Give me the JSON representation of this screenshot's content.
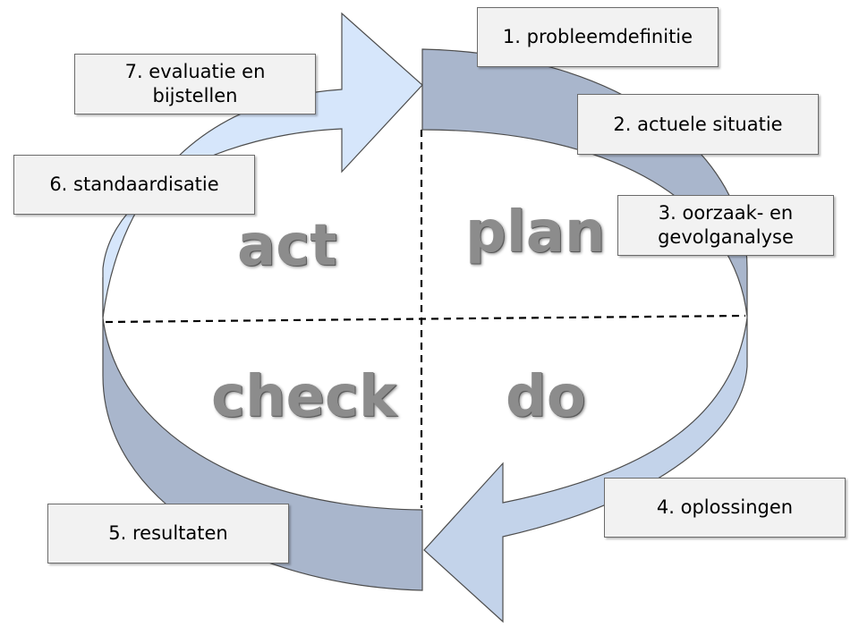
{
  "phases": {
    "plan": "plan",
    "do": "do",
    "check": "check",
    "act": "act"
  },
  "steps": [
    {
      "label": "1. probleemdefinitie"
    },
    {
      "label": "2. actuele situatie"
    },
    {
      "label": "3. oorzaak- en gevolganalyse"
    },
    {
      "label": "4. oplossingen"
    },
    {
      "label": "5. resultaten"
    },
    {
      "label": "6. standaardisatie"
    },
    {
      "label": "7. evaluatie en bijstellen"
    }
  ],
  "colors": {
    "band_dark": "#a9b6cc",
    "band_light": "#c8d8ee",
    "arrow_top": "#d6e6fb",
    "arrow_bottom": "#c3d3ea",
    "outline": "#4d4d4d",
    "box_fill": "#f2f2f2",
    "phase_text": "#8c8c8c"
  }
}
